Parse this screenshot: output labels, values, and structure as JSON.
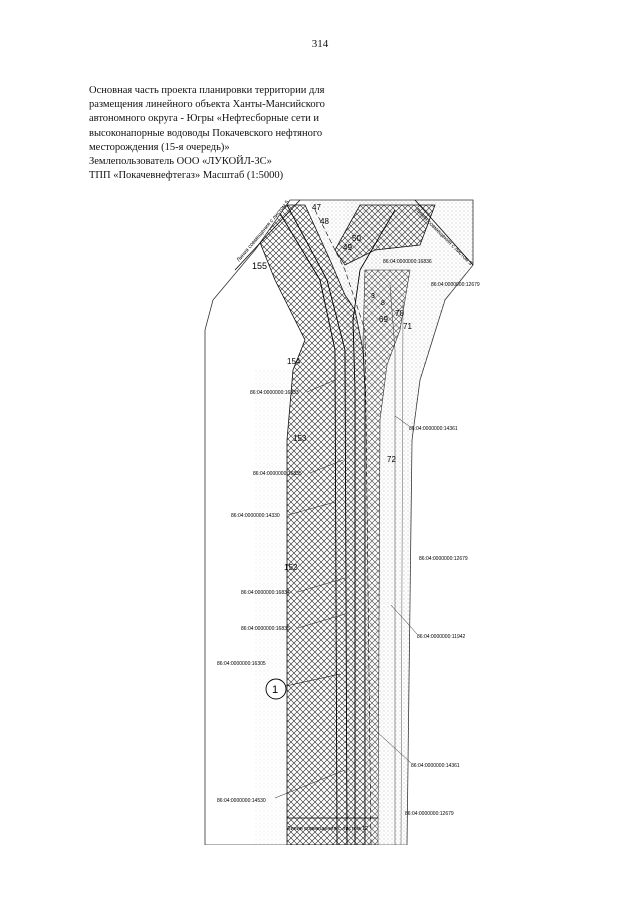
{
  "page_number": "314",
  "heading": {
    "lines": [
      "Основная часть проекта планировки территории для",
      "размещения линейного объекта Ханты-Мансийского",
      "автономного округа - Югры «Нефтесборные сети и",
      "высоконапорные водоводы Покачевского нефтяного",
      "месторождения (15-я очередь)»",
      "Землепользователь ООО «ЛУКОЙЛ-ЗС»",
      "ТПП «Покачевнефтегаз» Масштаб (1:5000)"
    ]
  },
  "map": {
    "match_lines": {
      "top_left": "Линия совмещения с листом 5",
      "top_right": "Линия совмещения с листом 3",
      "bottom": "Линия совмещения с листом 12"
    },
    "point_numbers": [
      "47",
      "48",
      "50",
      "49",
      "155",
      "69",
      "70",
      "71",
      "154",
      "153",
      "72",
      "152"
    ],
    "point_numbers_small": [
      "3",
      "8"
    ],
    "parcels": [
      "86:04:0000000:16836",
      "86:04:0000000:12679",
      "86:04:0000000:16833",
      "86:04:0000000:14361",
      "86:04:0000000:16835",
      "86:04:0000000:14330",
      "86:04:0000000:12679",
      "86:04:0000000:16834",
      "86:04:0000000:16835",
      "86:04:0000000:11942",
      "86:04:0000000:16305",
      "86:04:0000000:14361",
      "86:04:0000000:14530",
      "86:04:0000000:12679"
    ],
    "zone_marker": "1"
  }
}
